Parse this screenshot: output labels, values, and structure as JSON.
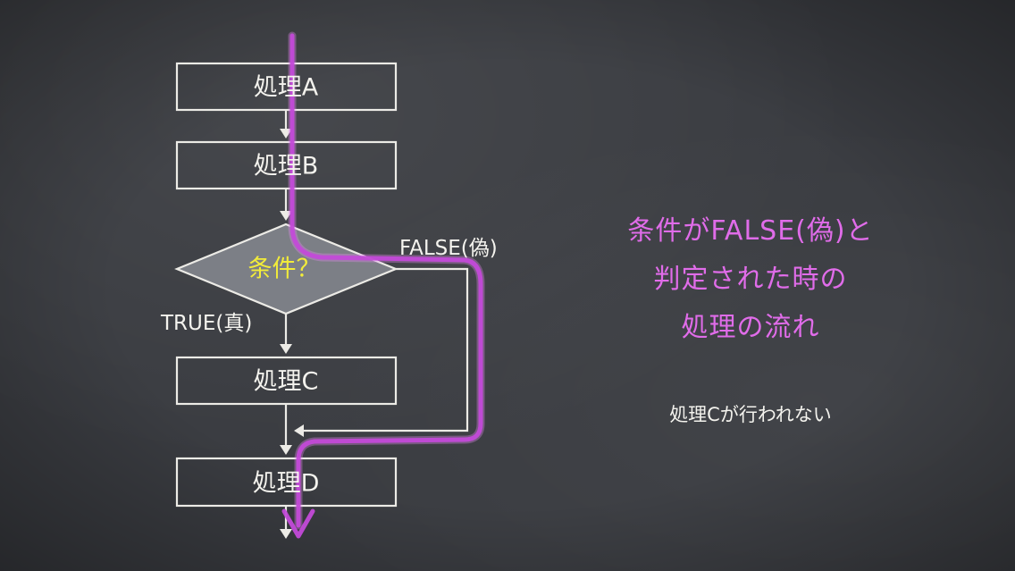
{
  "flowchart": {
    "process_a": "処理A",
    "process_b": "処理B",
    "condition": "条件？",
    "process_c": "処理C",
    "process_d": "処理D",
    "true_label": "TRUE(真)",
    "false_label": "FALSE(偽)"
  },
  "explanation": {
    "headline_lines": [
      "条件がFALSE(偽)と",
      "判定された時の",
      "処理の流れ"
    ],
    "note": "処理Cが行われない"
  },
  "colors": {
    "background": "#3a3c41",
    "chalk_white": "#ecebe6",
    "condition_text": "#f2ec3a",
    "highlight_path": "#c34ad8",
    "headline_text": "#e06ce9"
  }
}
